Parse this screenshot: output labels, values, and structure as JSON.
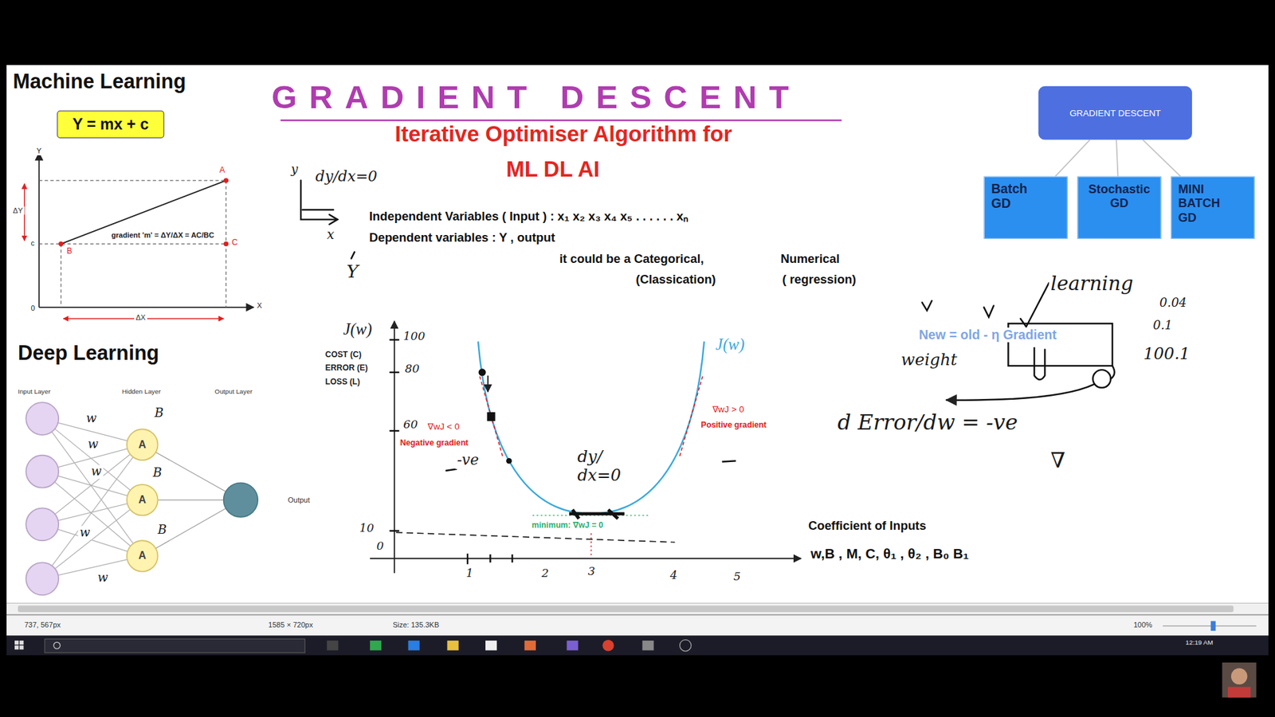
{
  "diagram": {
    "title": "GRADIENT DESCENT",
    "nodes": [
      {
        "text": [
          "Y = mx + c"
        ]
      },
      {
        "text": [
          "A"
        ]
      },
      {
        "text": [
          "A"
        ]
      },
      {
        "text": [
          "A"
        ]
      },
      {
        "text": [
          "Output"
        ]
      },
      {
        "text": [
          "GRADIENT DESCENT"
        ]
      },
      {
        "text": [
          "Batch GD"
        ]
      },
      {
        "text": [
          "Stochastic GD"
        ]
      },
      {
        "text": [
          "MINI BATCH GD"
        ]
      }
    ],
    "edges": [
      {
        "from": 1,
        "to": 4,
        "arrow": "none"
      },
      {
        "from": 2,
        "to": 4,
        "arrow": "none"
      },
      {
        "from": 3,
        "to": 4,
        "arrow": "none"
      },
      {
        "from": 5,
        "to": 6,
        "arrow": "none"
      },
      {
        "from": 5,
        "to": 7,
        "arrow": "none"
      },
      {
        "from": 5,
        "to": 8,
        "arrow": "none"
      }
    ],
    "labels": [
      "Machine Learning",
      "Y",
      "A",
      "ΔY",
      "gradient 'm' = ΔY/ΔX = AC/BC",
      "0",
      "c",
      "B",
      "C",
      "X",
      "ΔX",
      "Deep Learning",
      "Input Layer",
      "Hidden Layer",
      "Output Layer",
      "w",
      "w",
      "w",
      "w",
      "w",
      "B",
      "B",
      "B",
      "Iterative Optimiser Algorithm for",
      "ML DL AI",
      "y",
      "dy/dx=0",
      "x",
      "Y",
      "Independent Variables ( Input ) : x₁ x₂ x₃ x₄ x₅ . . . . . . xₙ",
      "Dependent variables : Y , output",
      "it could be a Categorical,",
      "Numerical",
      "(Classication)",
      "( regression)",
      "J(w)",
      "COST (C)",
      "ERROR (E)",
      "LOSS (L)",
      "100",
      "80",
      "60",
      "10",
      "0",
      "∇wJ < 0",
      "Negative gradient",
      "-ve",
      "dy/ dx=0",
      "minimum: ∇wJ = 0",
      "∇wJ > 0",
      "Positive gradient",
      "J(w)",
      "1",
      "2",
      "3",
      "4",
      "5",
      "Coefficient of Inputs",
      "w,B , M, C, θ₁ , θ₂ , B₀ B₁",
      "learning",
      "0.04",
      "0.1",
      "100.1",
      "New = old - η Gradient",
      "weight",
      "d Error/dw = -ve",
      "∇",
      "737, 567px",
      "1585 × 720px",
      "Size: 135.3KB",
      "100%",
      "12:19 AM"
    ]
  }
}
